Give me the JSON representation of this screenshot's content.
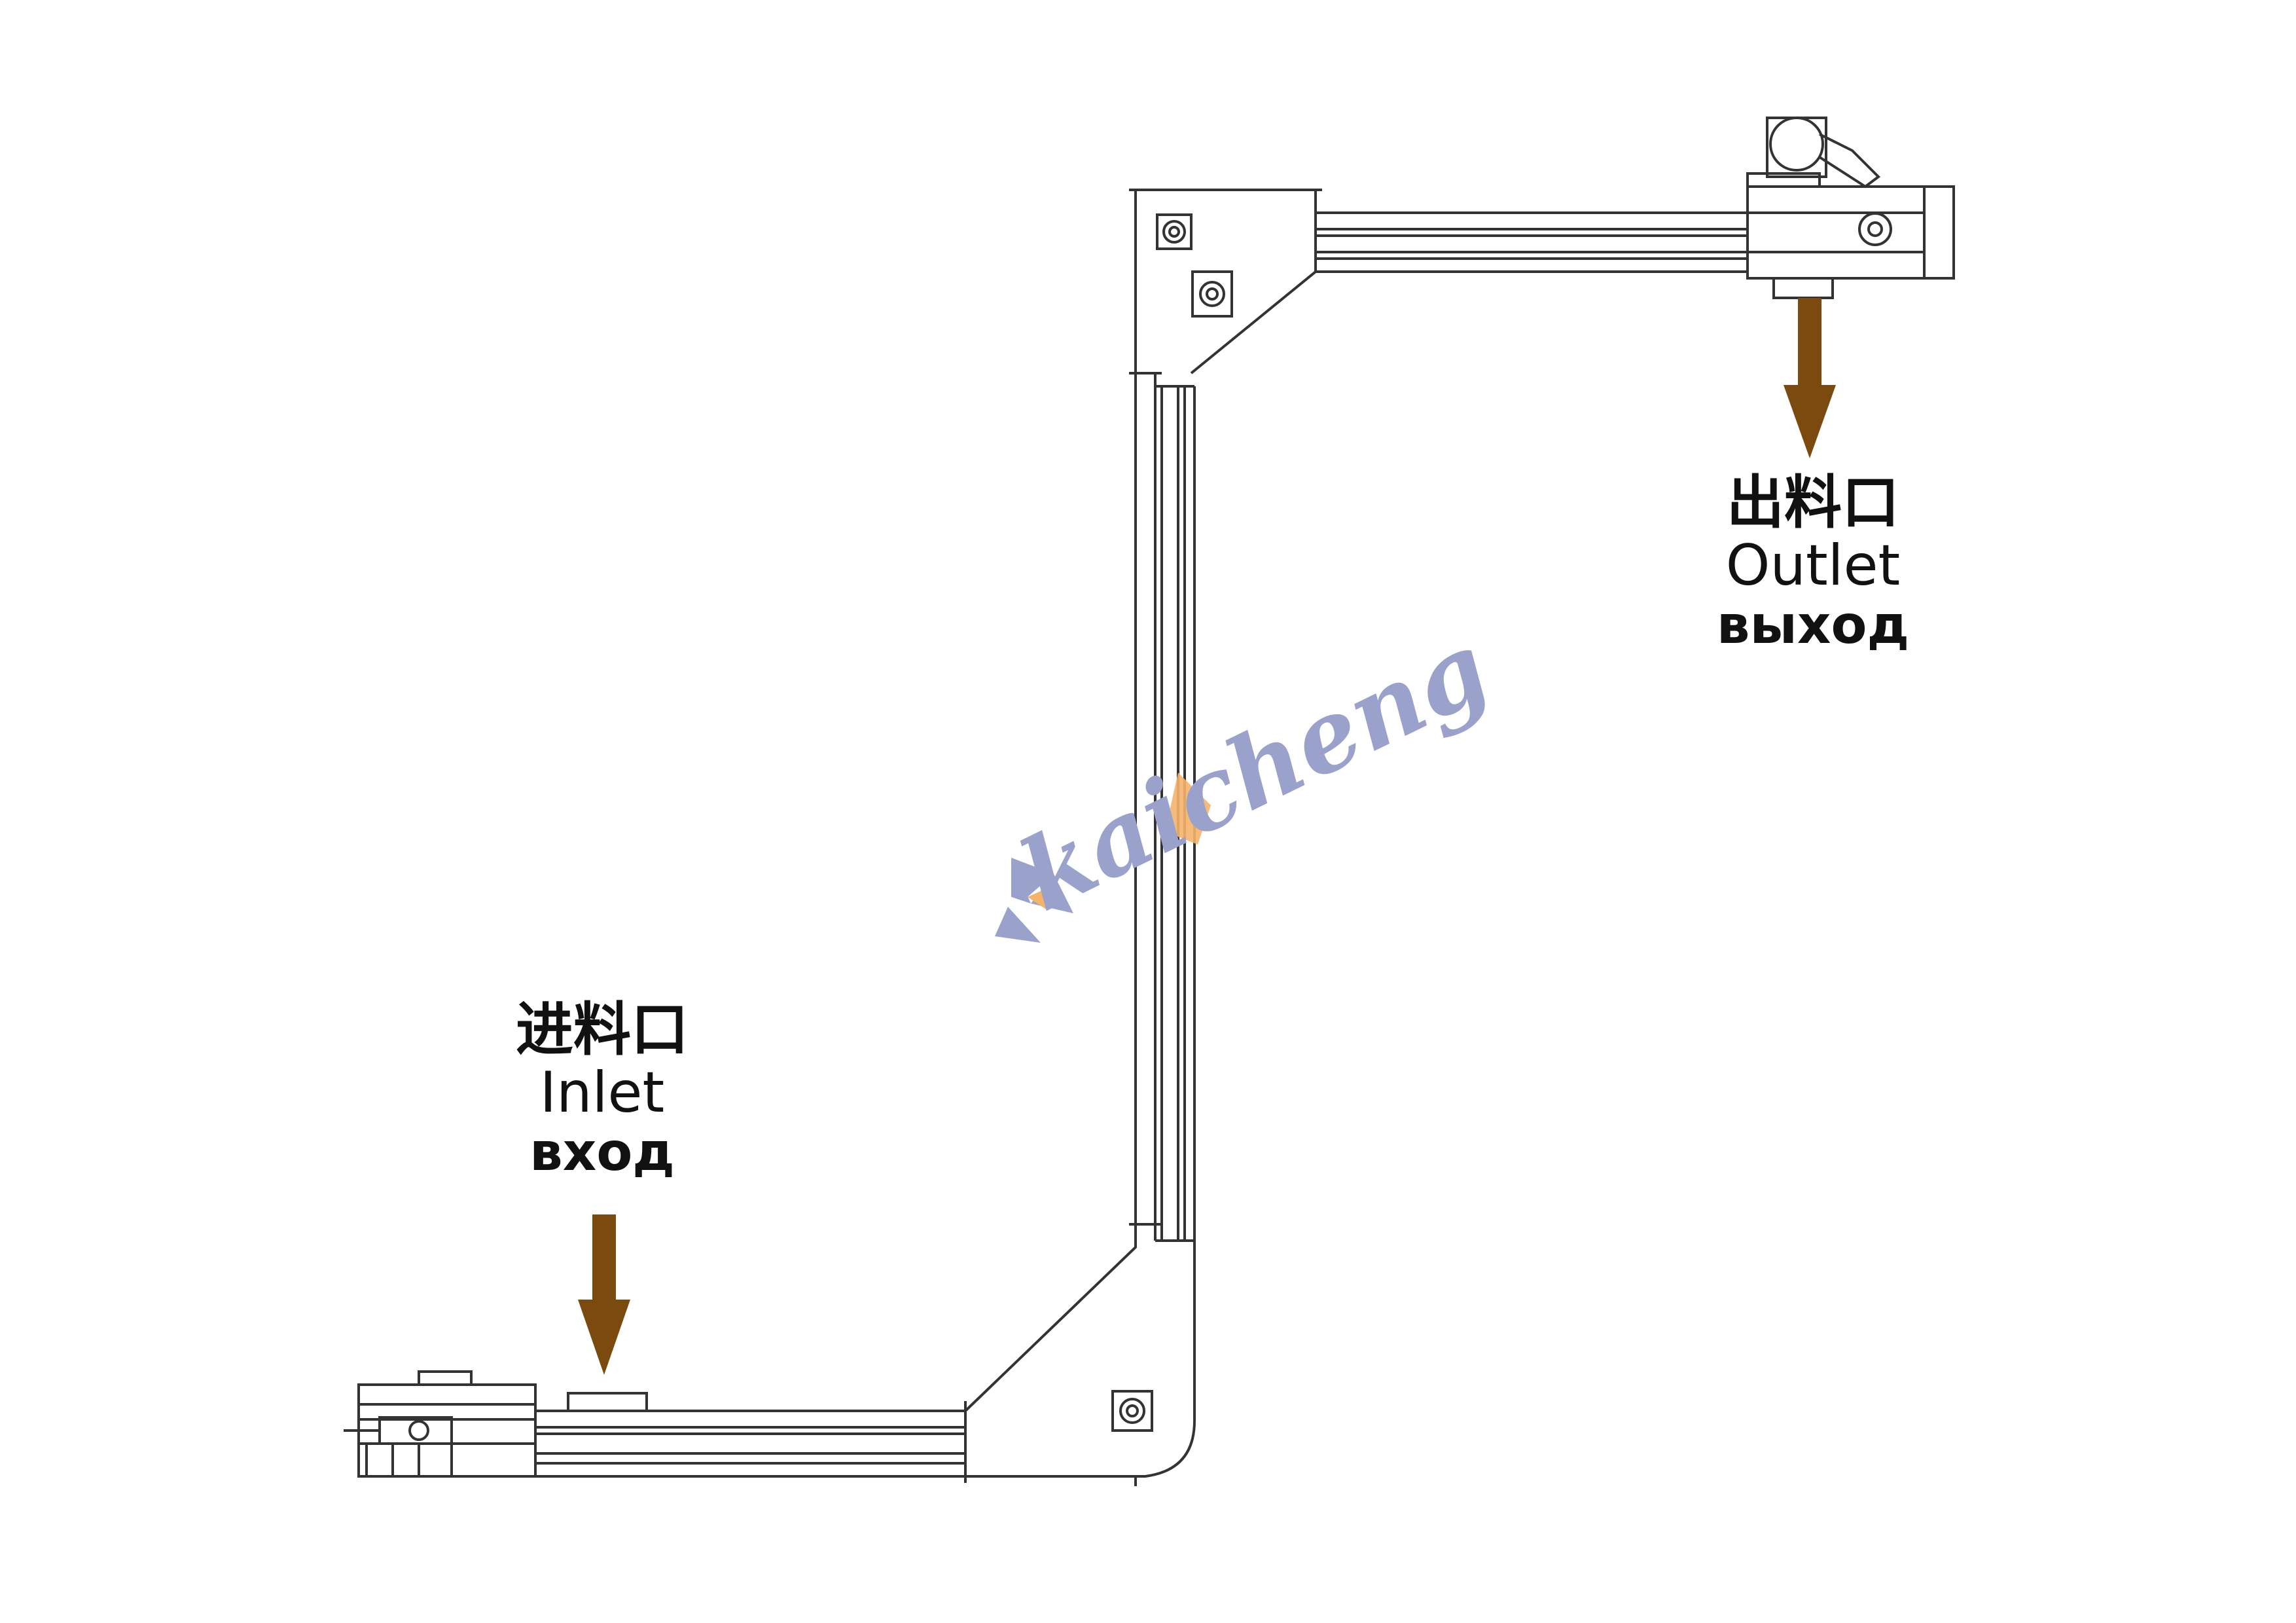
{
  "outlet": {
    "label_cn": "出料口",
    "label_en": "Outlet",
    "label_ru": "выход"
  },
  "inlet": {
    "label_cn": "进料口",
    "label_en": "Inlet",
    "label_ru": "вход"
  },
  "watermark": {
    "text": "kaicheng"
  },
  "colors": {
    "arrow": "#7a4a0e",
    "line": "#333333",
    "logo_blue": "#9aa2cc",
    "logo_orange": "#f5b26b"
  }
}
